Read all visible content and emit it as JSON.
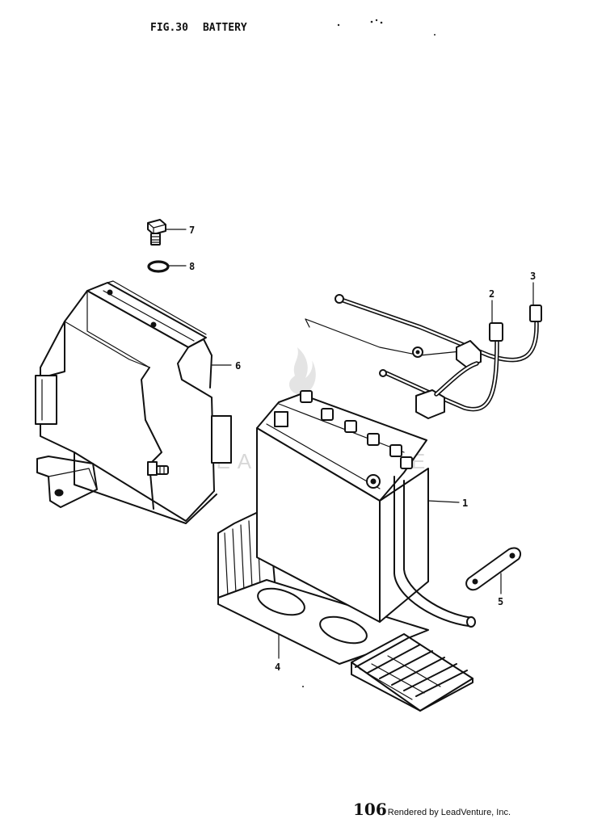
{
  "figure": {
    "number_label": "FIG.30",
    "title": "BATTERY"
  },
  "parts": [
    {
      "callout": "1",
      "part": "battery"
    },
    {
      "callout": "2",
      "part": "lead-wire-connector"
    },
    {
      "callout": "3",
      "part": "lead-wire-connector"
    },
    {
      "callout": "4",
      "part": "battery-tray"
    },
    {
      "callout": "5",
      "part": "plate"
    },
    {
      "callout": "6",
      "part": "battery-cover"
    },
    {
      "callout": "7",
      "part": "bolt"
    },
    {
      "callout": "8",
      "part": "washer"
    }
  ],
  "watermark": "LEADVENTURE",
  "footer": {
    "page_number": "106",
    "credit": "Rendered by LeadVenture, Inc."
  }
}
